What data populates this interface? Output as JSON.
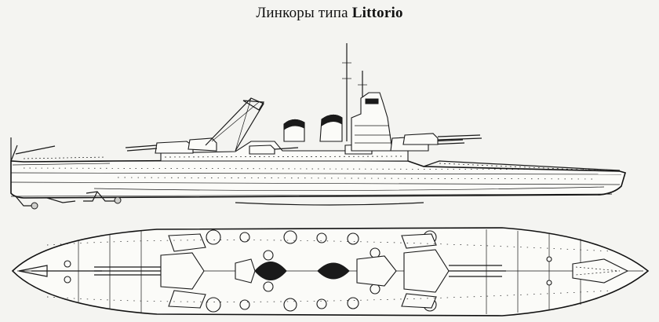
{
  "title": {
    "prefix": "Линкоры типа",
    "ship_class": "Littorio"
  },
  "views": [
    "side-profile",
    "top-plan"
  ],
  "colors": {
    "ink": "#1a1a1a",
    "paper": "#f4f4f1"
  }
}
